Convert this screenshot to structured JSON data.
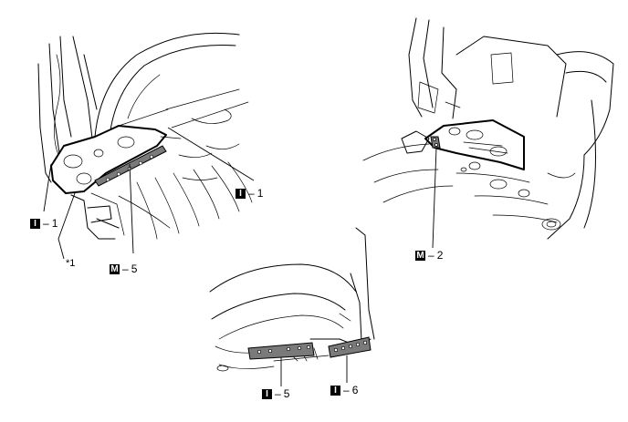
{
  "callouts": [
    {
      "id": "c1",
      "badge": "I",
      "sep": "–",
      "num": "1"
    },
    {
      "id": "c2",
      "badge": "I",
      "sep": "–",
      "num": "1"
    },
    {
      "id": "c3",
      "badge": "M",
      "sep": "–",
      "num": "5"
    },
    {
      "id": "c4",
      "badge": "M",
      "sep": "–",
      "num": "2"
    },
    {
      "id": "c5",
      "badge": "I",
      "sep": "–",
      "num": "5"
    },
    {
      "id": "c6",
      "badge": "I",
      "sep": "–",
      "num": "6"
    }
  ],
  "reference_mark": "*1"
}
